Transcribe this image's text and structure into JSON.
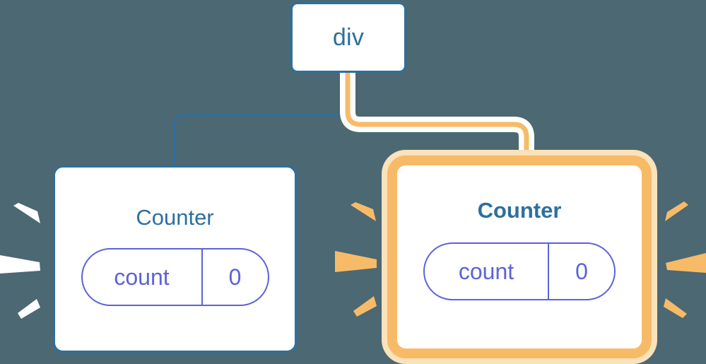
{
  "diagram": {
    "type": "component-tree",
    "background_color": "#4c6872",
    "title": "React component tree with highlighted re-rendered Counter"
  },
  "nodes": {
    "root": {
      "label": "div",
      "border_color": "#2d6f9e",
      "text_color": "#2d6f9e",
      "highlighted": false
    },
    "counter_left": {
      "label": "Counter",
      "border_color": "#2d6f9e",
      "text_color": "#2d6f9e",
      "highlighted": false,
      "state": {
        "key": "count",
        "value": "0",
        "color": "#5c63d8"
      }
    },
    "counter_right": {
      "label": "Counter",
      "border_color": "#f7bb68",
      "glow_color": "#fae2bb",
      "text_color": "#2d6f9e",
      "highlighted": true,
      "state": {
        "key": "count",
        "value": "0",
        "color": "#5c63d8"
      }
    }
  },
  "connectors": [
    {
      "name": "edge-root-to-left-counter",
      "from": "div",
      "to": "Counter (left)",
      "color": "#2d6f9e",
      "width": 3,
      "highlighted": false
    },
    {
      "name": "edge-root-to-right-counter",
      "from": "div",
      "to": "Counter (right)",
      "color": "#f7bb68",
      "halo_color": "#ffffff",
      "width": 6,
      "highlighted": true
    }
  ],
  "rays": {
    "left_group": {
      "name": "sparkle-rays-left",
      "color": "#ffffff",
      "count": 3
    },
    "right_inner_group": {
      "name": "sparkle-rays-right-inner",
      "color": "#f7bb68",
      "count": 3
    },
    "right_outer_group": {
      "name": "sparkle-rays-right-outer",
      "color": "#f7bb68",
      "count": 3
    }
  }
}
